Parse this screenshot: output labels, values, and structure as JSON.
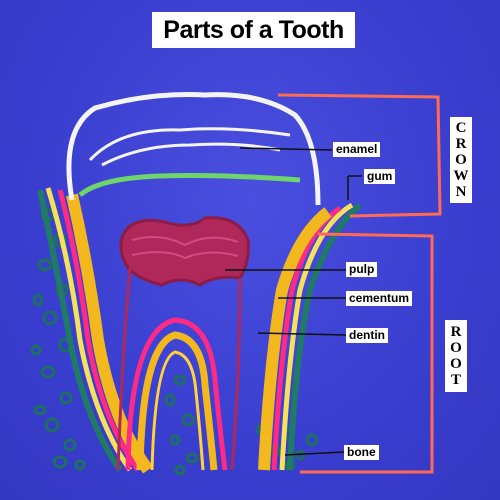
{
  "title": "Parts of a Tooth",
  "labels": {
    "enamel": "enamel",
    "gum": "gum",
    "pulp": "pulp",
    "cementum": "cementum",
    "dentin": "dentin",
    "bone": "bone"
  },
  "regions": {
    "crown": [
      "C",
      "R",
      "O",
      "W",
      "N"
    ],
    "root": [
      "R",
      "O",
      "O",
      "T"
    ]
  },
  "colors": {
    "background": "#3a3fcf",
    "enamel": "#f4f4f4",
    "gum_line": "#6fd46a",
    "pulp": "#b0285a",
    "cementum": "#ff2a86",
    "dentin": "#f2b81e",
    "outer_root": "#f6e25a",
    "gum": "#1f7a66",
    "bone": "#1d6f62",
    "bracket": "#ff6a55"
  }
}
